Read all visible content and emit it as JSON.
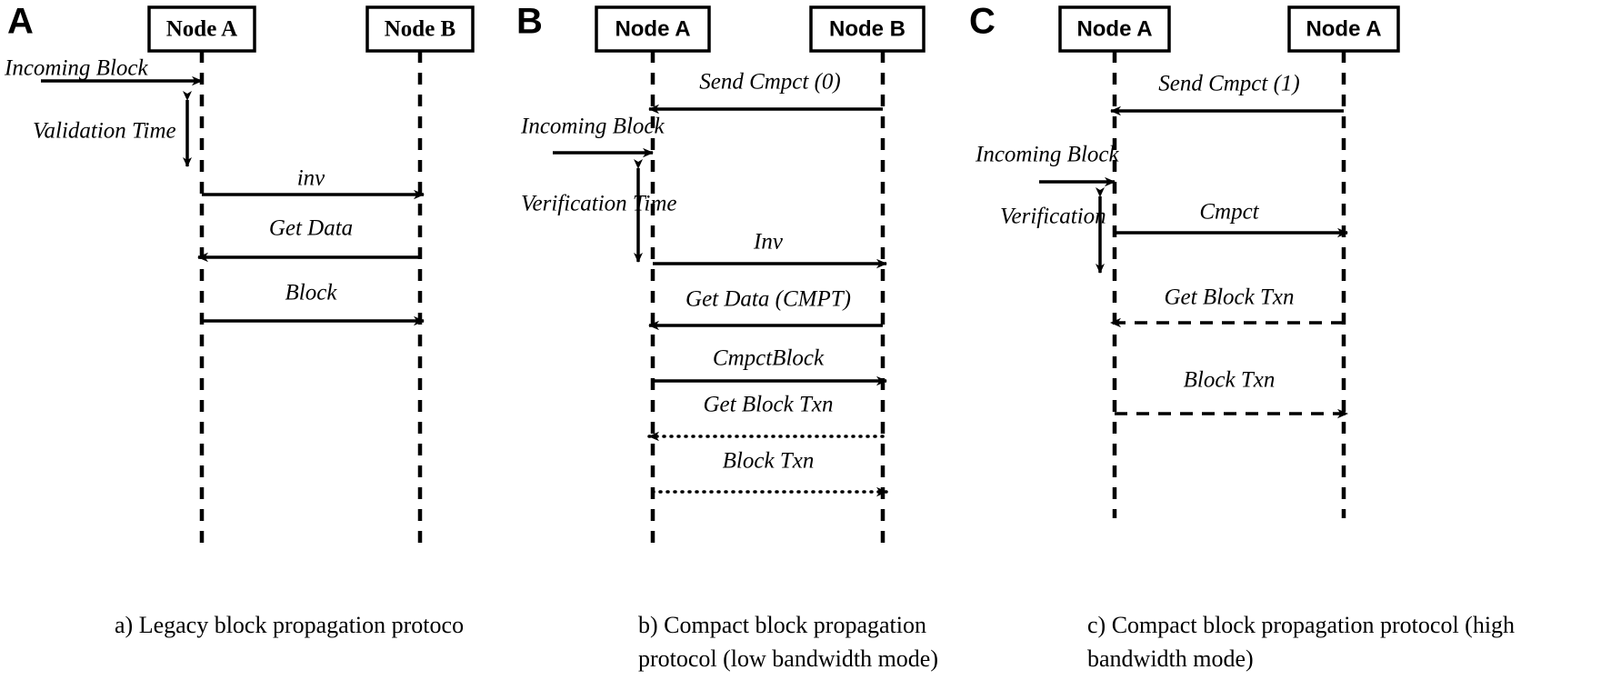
{
  "figure": {
    "background": "#ffffff",
    "stroke": "#000000",
    "panels": [
      {
        "id": "panel-a",
        "letter": "A",
        "caption": "a) Legacy block propagation protoco",
        "caption_lines": [
          "a) Legacy block propagation protoco"
        ],
        "lifelines": [
          {
            "name": "node-a",
            "label": "Node A",
            "label_font": "serif"
          },
          {
            "name": "node-b",
            "label": "Node B",
            "label_font": "serif"
          }
        ],
        "external_arrows": [
          {
            "name": "incoming-block",
            "label": "Incoming Block",
            "direction": "right",
            "style": "solid"
          }
        ],
        "duration_markers": [
          {
            "name": "validation-time",
            "label": "Validation Time"
          }
        ],
        "messages": [
          {
            "name": "inv",
            "label": "inv",
            "direction": "right",
            "style": "solid"
          },
          {
            "name": "get-data",
            "label": "Get Data",
            "direction": "left",
            "style": "solid"
          },
          {
            "name": "block",
            "label": "Block",
            "direction": "right",
            "style": "solid"
          }
        ]
      },
      {
        "id": "panel-b",
        "letter": "B",
        "caption": "b) Compact block propagation protocol (low bandwidth mode)",
        "caption_lines": [
          "b) Compact block propagation",
          "protocol (low bandwidth mode)"
        ],
        "lifelines": [
          {
            "name": "node-a",
            "label": "Node A",
            "label_font": "sans"
          },
          {
            "name": "node-b",
            "label": "Node B",
            "label_font": "sans"
          }
        ],
        "external_arrows": [
          {
            "name": "incoming-block",
            "label": "Incoming Block",
            "direction": "right",
            "style": "solid"
          }
        ],
        "duration_markers": [
          {
            "name": "verification-time",
            "label": "Verification Time"
          }
        ],
        "messages": [
          {
            "name": "send-cmpct-0",
            "label": "Send Cmpct (0)",
            "direction": "left",
            "style": "solid"
          },
          {
            "name": "inv",
            "label": "Inv",
            "direction": "right",
            "style": "solid"
          },
          {
            "name": "get-data-cmpt",
            "label": "Get Data (CMPT)",
            "direction": "left",
            "style": "solid"
          },
          {
            "name": "cmpct-block",
            "label": "CmpctBlock",
            "direction": "right",
            "style": "solid"
          },
          {
            "name": "get-block-txn",
            "label": "Get Block Txn",
            "direction": "left",
            "style": "dotted"
          },
          {
            "name": "block-txn",
            "label": "Block Txn",
            "direction": "right",
            "style": "dotted"
          }
        ]
      },
      {
        "id": "panel-c",
        "letter": "C",
        "caption": "c) Compact block propagation protocol (high bandwidth mode)",
        "caption_lines": [
          "c) Compact block propagation protocol (high",
          "bandwidth mode)"
        ],
        "lifelines": [
          {
            "name": "node-a-left",
            "label": "Node A",
            "label_font": "sans"
          },
          {
            "name": "node-a-right",
            "label": "Node A",
            "label_font": "sans"
          }
        ],
        "external_arrows": [
          {
            "name": "incoming-block",
            "label": "Incoming Block",
            "direction": "right",
            "style": "solid"
          }
        ],
        "duration_markers": [
          {
            "name": "verification",
            "label": "Verification"
          }
        ],
        "messages": [
          {
            "name": "send-cmpct-1",
            "label": "Send Cmpct (1)",
            "direction": "left",
            "style": "solid"
          },
          {
            "name": "cmpct",
            "label": "Cmpct",
            "direction": "right",
            "style": "solid"
          },
          {
            "name": "get-block-txn",
            "label": "Get Block Txn",
            "direction": "left",
            "style": "dashed"
          },
          {
            "name": "block-txn",
            "label": "Block Txn",
            "direction": "right",
            "style": "dashed"
          }
        ]
      }
    ]
  }
}
